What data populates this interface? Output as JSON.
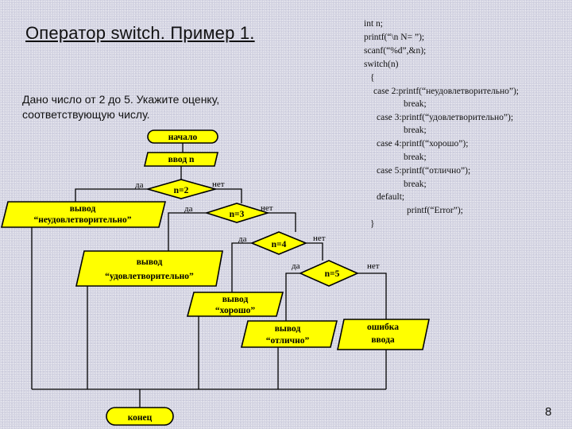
{
  "title": "Оператор switch. Пример 1.",
  "task_line1": "Дано число от 2 до 5. Укажите оценку,",
  "task_line2": "соответствующую числу.",
  "code": [
    "int n;",
    "printf(“\\n N= ”);",
    "scanf(“%d”,&n);",
    "switch(n)",
    "{",
    "case 2:printf(“неудовлетворительно”);",
    "break;",
    "case 3:printf(“удовлетворительно”);",
    "break;",
    "case 4:printf(“хорошо”);",
    "break;",
    "case 5:printf(“отлично”);",
    "break;",
    "default;",
    "printf(“Error”);",
    "}"
  ],
  "flowchart": {
    "start": "начало",
    "input": "ввод  n",
    "cond1": "n=2",
    "cond2": "n=3",
    "cond3": "n=4",
    "cond4": "n=5",
    "yes": "да",
    "no": "нет",
    "out1_l1": "вывод",
    "out1_l2": "“неудовлетворительно”",
    "out2_l1": "вывод",
    "out2_l2": "“удовлетворительно”",
    "out3_l1": "вывод",
    "out3_l2": "“хорошо”",
    "out4_l1": "вывод",
    "out4_l2": "“отлично”",
    "err_l1": "ошибка",
    "err_l2": "ввода",
    "end": "конец"
  },
  "page_number": "8",
  "colors": {
    "background": "#d4d4e2",
    "block_fill": "#ffff00",
    "stroke": "#000000"
  }
}
